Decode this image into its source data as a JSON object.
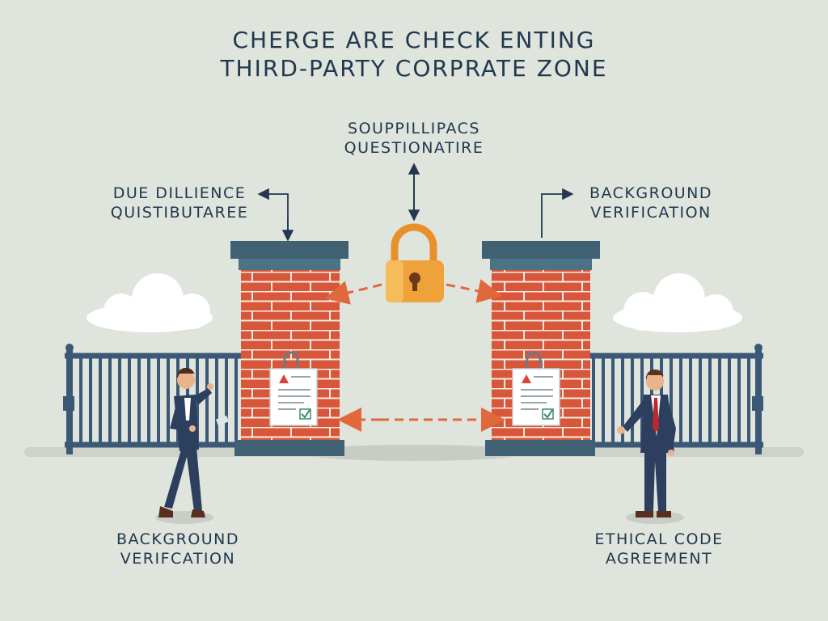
{
  "title": {
    "line1": "CHERGE ARE CHECK ENTING",
    "line2": "THIRD-PARTY CORPRATE ZONE"
  },
  "labels": {
    "top": {
      "line1": "SOUPPILLIPACS",
      "line2": "QUESTIONATIRE"
    },
    "left": {
      "line1": "DUE DILLIENCE",
      "line2": "QUISTIBUTAREE"
    },
    "right": {
      "line1": "BACKGROUND",
      "line2": "VERIFICATION"
    },
    "bottom_left": {
      "line1": "BACKGROUND",
      "line2": "VERIFCATION"
    },
    "bottom_right": {
      "line1": "ETHICAL CODE",
      "line2": "AGREEMENT"
    }
  },
  "colors": {
    "background": "#dfe4dc",
    "text": "#22384f",
    "brick": "#d8573a",
    "pillar_cap": "#3f6173",
    "gate": "#3b5877",
    "lock": "#f0a23a",
    "arrow_dashed": "#e0683a"
  },
  "icons": [
    "padlock-icon",
    "warning-icon",
    "checkmark-icon",
    "cloud-icon"
  ]
}
